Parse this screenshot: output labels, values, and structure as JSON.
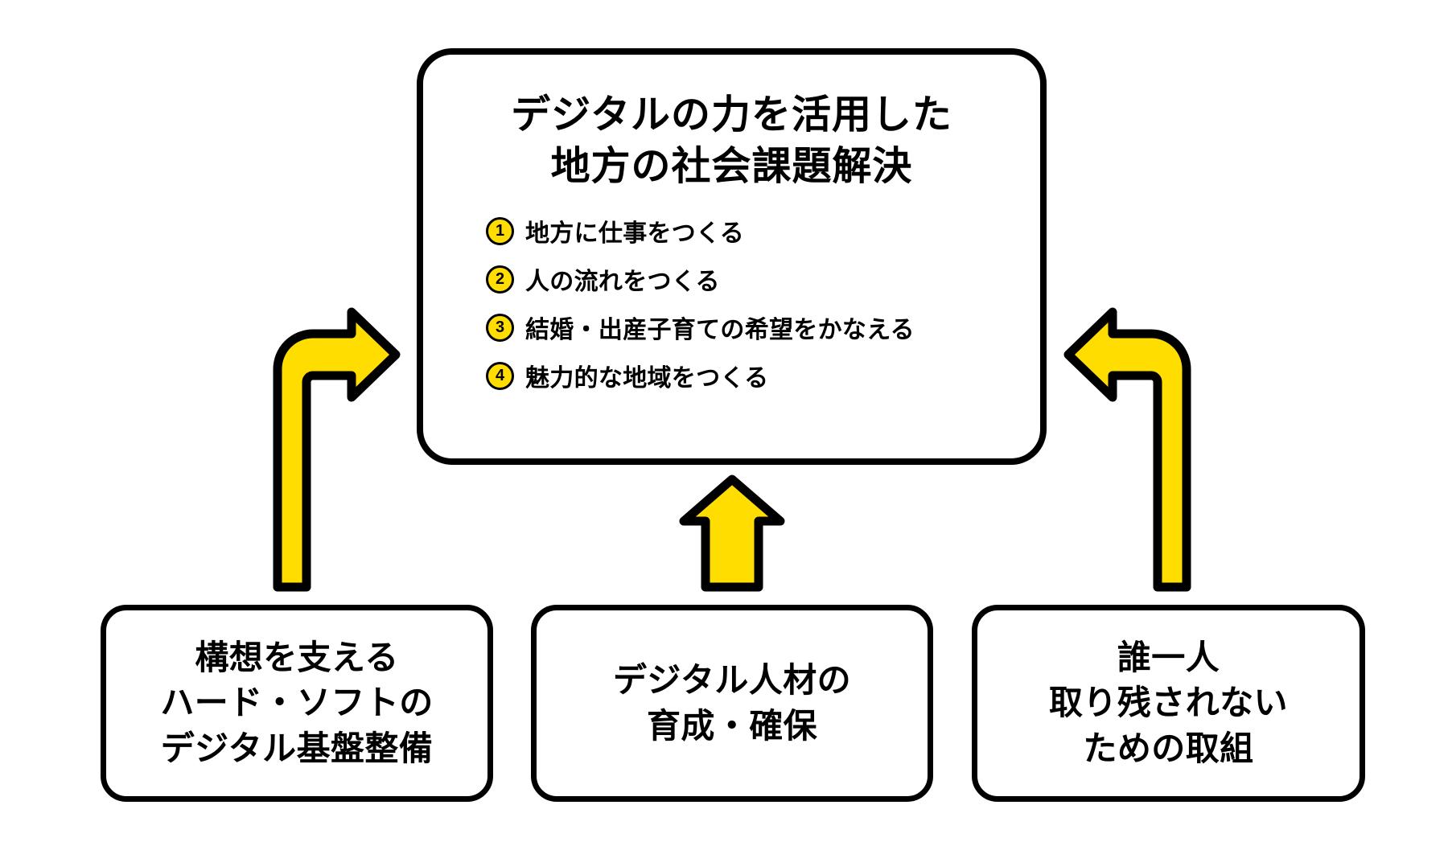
{
  "diagram": {
    "colors": {
      "arrow_fill": "#FFDD00",
      "arrow_stroke": "#000000",
      "box_stroke": "#000000",
      "box_fill": "#FFFFFF",
      "badge_fill": "#FFDD00",
      "text": "#000000",
      "background": "#FFFFFF"
    },
    "main_box": {
      "title": "デジタルの力を活用した\n地方の社会課題解決",
      "items": [
        {
          "number": "1",
          "label": "地方に仕事をつくる"
        },
        {
          "number": "2",
          "label": "人の流れをつくる"
        },
        {
          "number": "3",
          "label": "結婚・出産子育ての希望をかなえる"
        },
        {
          "number": "4",
          "label": "魅力的な地域をつくる"
        }
      ]
    },
    "support_boxes": [
      {
        "text": "構想を支える\nハード・ソフトの\nデジタル基盤整備"
      },
      {
        "text": "デジタル人材の\n育成・確保"
      },
      {
        "text": "誰一人\n取り残されない\nための取組"
      }
    ],
    "arrows": [
      {
        "name": "left-elbow-arrow",
        "direction": "up-then-right"
      },
      {
        "name": "center-up-arrow",
        "direction": "up"
      },
      {
        "name": "right-elbow-arrow",
        "direction": "up-then-left"
      }
    ]
  }
}
